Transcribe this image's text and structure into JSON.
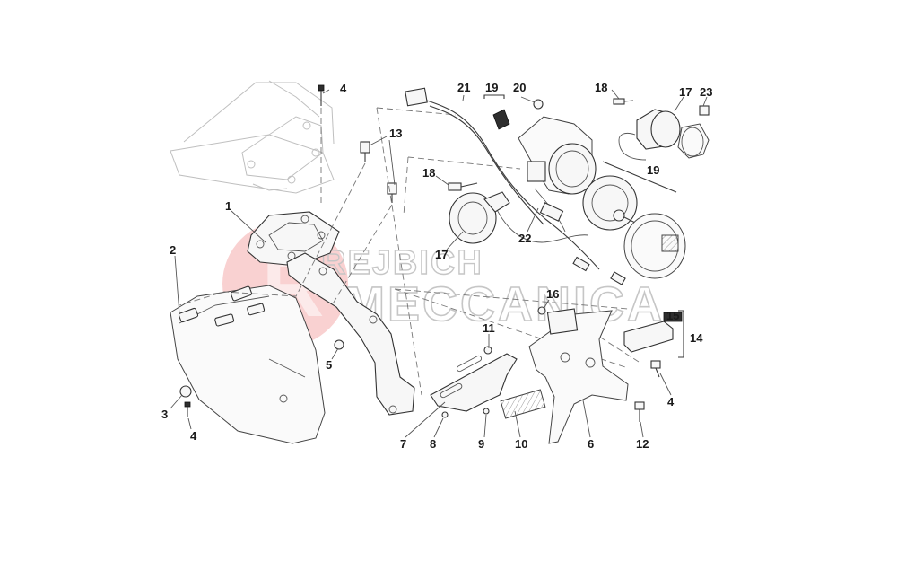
{
  "watermark": {
    "line1": "REJBICH",
    "line2": "MECCANICA"
  },
  "parts": [
    {
      "id": "p1",
      "number": "1"
    },
    {
      "id": "p2",
      "number": "2"
    },
    {
      "id": "p3",
      "number": "3"
    },
    {
      "id": "p4a",
      "number": "4"
    },
    {
      "id": "p4b",
      "number": "4"
    },
    {
      "id": "p4c",
      "number": "4"
    },
    {
      "id": "p5",
      "number": "5"
    },
    {
      "id": "p6",
      "number": "6"
    },
    {
      "id": "p7",
      "number": "7"
    },
    {
      "id": "p8",
      "number": "8"
    },
    {
      "id": "p9",
      "number": "9"
    },
    {
      "id": "p10",
      "number": "10"
    },
    {
      "id": "p11",
      "number": "11"
    },
    {
      "id": "p12",
      "number": "12"
    },
    {
      "id": "p13",
      "number": "13"
    },
    {
      "id": "p14",
      "number": "14"
    },
    {
      "id": "p15",
      "number": "15"
    },
    {
      "id": "p16",
      "number": "16"
    },
    {
      "id": "p17a",
      "number": "17"
    },
    {
      "id": "p17b",
      "number": "17"
    },
    {
      "id": "p18a",
      "number": "18"
    },
    {
      "id": "p18b",
      "number": "18"
    },
    {
      "id": "p19a",
      "number": "19"
    },
    {
      "id": "p19b",
      "number": "19"
    },
    {
      "id": "p20",
      "number": "20"
    },
    {
      "id": "p21",
      "number": "21"
    },
    {
      "id": "p22",
      "number": "22"
    },
    {
      "id": "p23",
      "number": "23"
    }
  ],
  "colors": {
    "watermark_red": "#e85a5a",
    "watermark_gray": "#c6c6c6",
    "line": "#333333"
  }
}
